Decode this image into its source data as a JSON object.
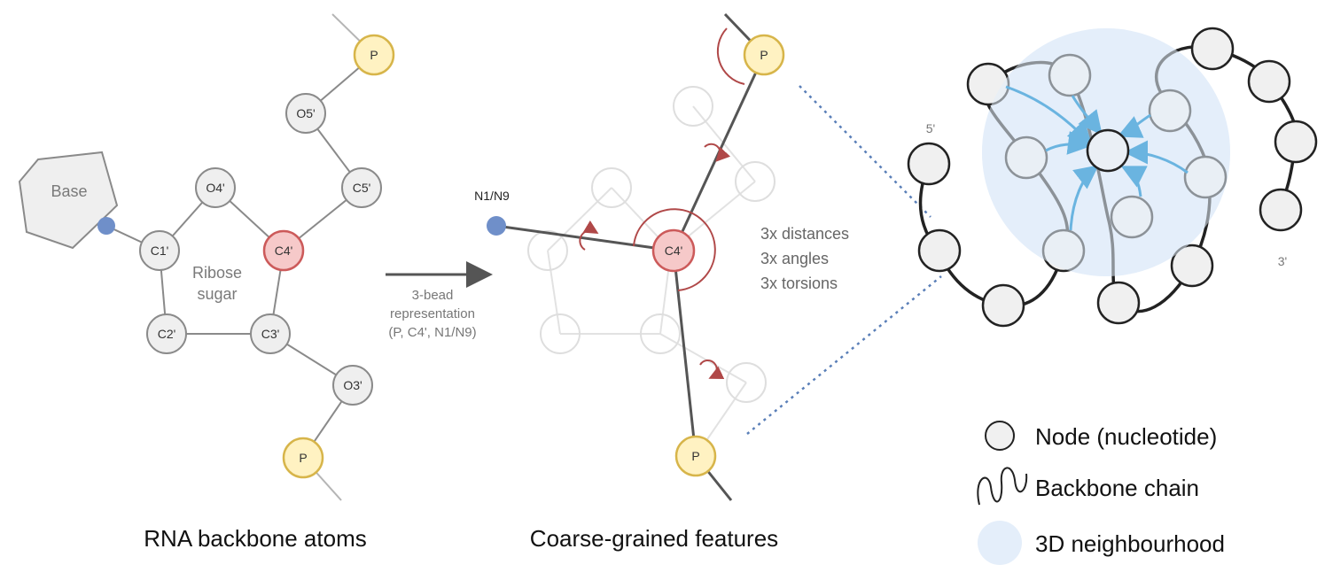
{
  "panel1": {
    "caption": "RNA backbone atoms",
    "base_label": "Base",
    "sugar_label_line1": "Ribose",
    "sugar_label_line2": "sugar",
    "atoms": {
      "p_top": "P",
      "o5": "O5'",
      "c5": "C5'",
      "o4": "O4'",
      "c4": "C4'",
      "c1": "C1'",
      "c2": "C2'",
      "c3": "C3'",
      "o3": "O3'",
      "p_bottom": "P"
    }
  },
  "arrow_note": {
    "line1": "3-bead",
    "line2": "representation",
    "line3": "(P, C4', N1/N9)"
  },
  "panel2": {
    "caption": "Coarse-grained features",
    "n_label": "N1/N9",
    "c4_label": "C4'",
    "p_top": "P",
    "p_bottom": "P",
    "features": [
      "3x distances",
      "3x angles",
      "3x torsions"
    ]
  },
  "panel3": {
    "five_prime": "5'",
    "three_prime": "3'"
  },
  "legend": {
    "node": "Node (nucleotide)",
    "chain": "Backbone chain",
    "neighbourhood": "3D neighbourhood"
  },
  "colors": {
    "phosphate": "#fff2c2",
    "c4_carbon": "#f6c9c9",
    "n_bead": "#6f8fc9",
    "neighbourhood": "#e4eefa",
    "arrows": "#6ab4e0"
  }
}
